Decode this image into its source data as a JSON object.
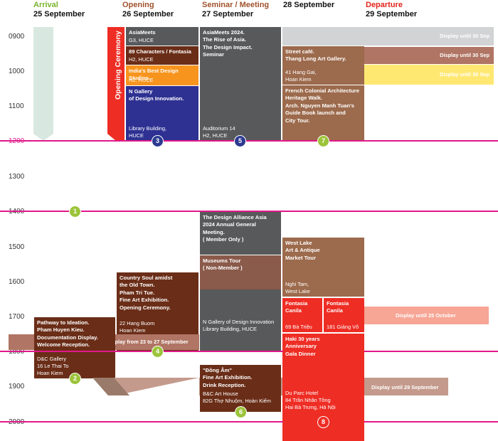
{
  "days": [
    {
      "heading": "Arrival",
      "date": "25 September"
    },
    {
      "heading": "Opening",
      "date": "26 September"
    },
    {
      "heading": "Seminar / Meeting",
      "date": "27 September"
    },
    {
      "heading": "",
      "date": "28 September"
    },
    {
      "heading": "Departure",
      "date": "29 September"
    }
  ],
  "times": [
    "0900",
    "1000",
    "1100",
    "1200",
    "1300",
    "1400",
    "1500",
    "1600",
    "1700",
    "1800",
    "1900",
    "2000"
  ],
  "opening_ceremony": "Opening Ceremony",
  "events": {
    "asiameets": {
      "title": "AsiaMeets",
      "sub": "G3, HUCE"
    },
    "characters": {
      "title": "89 Characters / Fontasia",
      "sub": "H2, HUCE"
    },
    "india": {
      "title": "India's Best Design Studios.",
      "sub": "H2, HUCE"
    },
    "ngallery": {
      "title": "N Gallery\nof Design Innovation.",
      "sub": "Library Building,\nHUCE"
    },
    "seminar": {
      "title": "AsiaMeets 2024.\nThe Rise of Asia.\nThe Design Impact.\nSeminar",
      "sub": "Auditorium 14\nH2, HUCE"
    },
    "streetcafe": {
      "title": "Street café.\nThang Long Art Gallery.",
      "sub": "41 Hang Gai,\nHoan Kiem"
    },
    "french": {
      "title": "French Colonial Architecture\nHeritage Walk.\nArch. Nguyen Manh Tuan's\nGuide Book launch and\nCity Tour."
    },
    "alliance": {
      "title": "The Design Alliance Asia\n2024 Annual General Meeting.\n( Member Only )"
    },
    "museums": {
      "title": "Museums Tour\n( Non-Member )",
      "sub": "N Gallery of Design Innovation\nLibrary Building, HUCE"
    },
    "westlake": {
      "title": "West Lake\nArt & Antique\nMarket Tour",
      "sub": "Nghi Tam,\nWest Lake"
    },
    "country": {
      "title": "Country Soul amidst\nthe Old Town.\nPham Tri Tue.\nFine Art Exhibition.\nOpening Ceremony.",
      "sub": "22 Hang Buom\nHoan Kiem"
    },
    "pathway": {
      "title": "Pathway to Ideation.\nPham Huyen Kieu.\nDocumentation Display.\nWelcome Reception.",
      "sub": "D&C Gallery\n16 Le Thai To\nHoan Kiem"
    },
    "fontasia1": {
      "title": "Fontasia\nCanila",
      "sub": "69 Bà Triệu"
    },
    "fontasia2": {
      "title": "Fontasia\nCanila",
      "sub": "181 Giảng Võ"
    },
    "dongam": {
      "title": "\"Đồng Âm\"\nFine Art Exhibition.\nDrink Reception.",
      "sub": "B&C Art House\n82G Thợ Nhuộm, Hoàn Kiếm"
    },
    "haki": {
      "title": "Haki 30 years\nAnniversary\nGala Dinner",
      "sub": "Du Parc Hotel\n84 Trần Nhân Tông\nHai Bà Trưng, Hà Nội"
    }
  },
  "notes": {
    "until30_1": "Display until 30 Sep",
    "until30_2": "Display until 30 Sep",
    "until30_3": "Display until 30 Sep",
    "until25oct": "Display until 25 October",
    "from23": "Display from 23 to 27 September",
    "until29": "Display until 29 September"
  },
  "badges": [
    "1",
    "2",
    "3",
    "4",
    "5",
    "6",
    "7",
    "8"
  ],
  "colors": {
    "accent_line": "#e0188a",
    "grey": "#58595b",
    "brown": "#6a2d17",
    "red": "#ee2d24",
    "navy": "#2e3192",
    "yellow": "#ffe872"
  }
}
